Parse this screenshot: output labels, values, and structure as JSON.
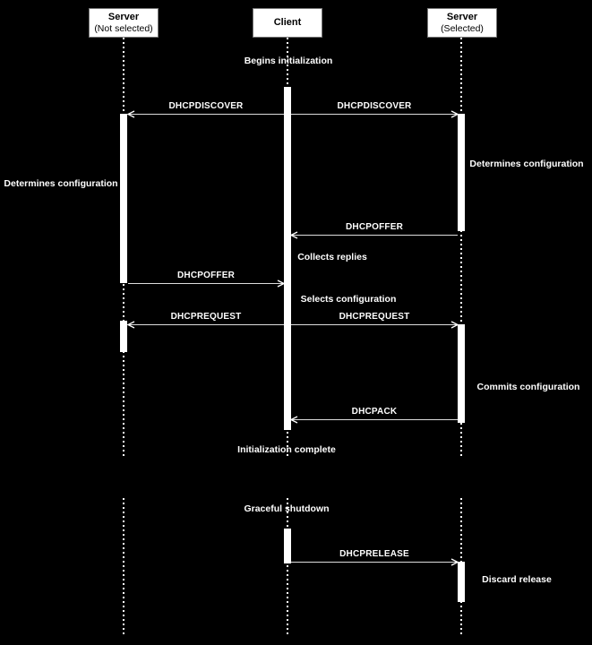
{
  "diagram": {
    "type": "sequence",
    "actors": [
      {
        "name": "Server",
        "subtitle": "(Not selected)"
      },
      {
        "name": "Client",
        "subtitle": ""
      },
      {
        "name": "Server",
        "subtitle": "(Selected)"
      }
    ],
    "messages": [
      {
        "label": "DHCPDISCOVER",
        "from": "Client",
        "to": "Server (Not selected)"
      },
      {
        "label": "DHCPDISCOVER",
        "from": "Client",
        "to": "Server (Selected)"
      },
      {
        "label": "DHCPOFFER",
        "from": "Server (Selected)",
        "to": "Client"
      },
      {
        "label": "DHCPOFFER",
        "from": "Server (Not selected)",
        "to": "Client"
      },
      {
        "label": "DHCPREQUEST",
        "from": "Client",
        "to": "Server (Not selected)"
      },
      {
        "label": "DHCPREQUEST",
        "from": "Client",
        "to": "Server (Selected)"
      },
      {
        "label": "DHCPACK",
        "from": "Server (Selected)",
        "to": "Client"
      },
      {
        "label": "DHCPRELEASE",
        "from": "Client",
        "to": "Server (Selected)"
      }
    ],
    "notes": [
      {
        "text": "Begins initialization",
        "actor": "Client"
      },
      {
        "text": "Determines configuration",
        "actor": "Server (Not selected)"
      },
      {
        "text": "Determines configuration",
        "actor": "Server (Selected)"
      },
      {
        "text": "Collects replies",
        "actor": "Client"
      },
      {
        "text": "Selects configuration",
        "actor": "Client"
      },
      {
        "text": "Commits configuration",
        "actor": "Server (Selected)"
      },
      {
        "text": "Initialization complete",
        "actor": "Client"
      },
      {
        "text": "Graceful shutdown",
        "actor": "Client"
      },
      {
        "text": "Discard release",
        "actor": "Server (Selected)"
      }
    ],
    "colors": {
      "background": "#000000",
      "line": "#dcdcdc",
      "text": "#ffffff",
      "actor_fill": "#ffffff",
      "actor_text": "#000000",
      "activation_fill": "#ffffff"
    }
  }
}
